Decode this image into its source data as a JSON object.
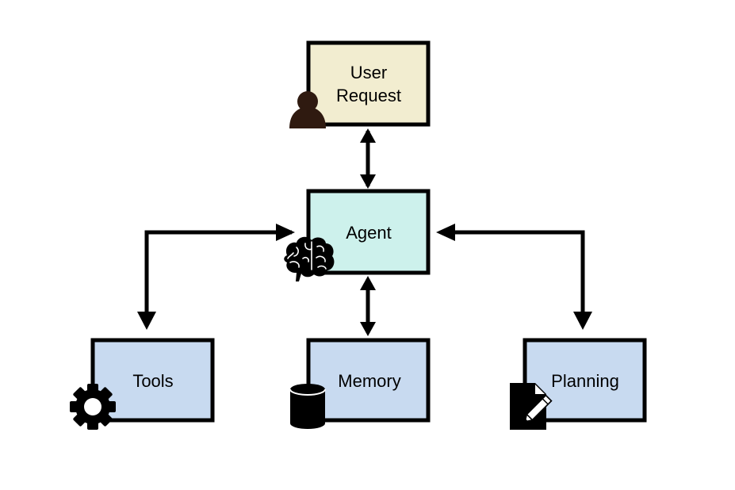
{
  "nodes": {
    "user_request": {
      "line1": "User",
      "line2": "Request"
    },
    "agent": {
      "label": "Agent"
    },
    "tools": {
      "label": "Tools"
    },
    "memory": {
      "label": "Memory"
    },
    "planning": {
      "label": "Planning"
    }
  },
  "colors": {
    "user_request_fill": "#f2edd0",
    "agent_fill": "#cdf1ec",
    "module_fill": "#c8daf0",
    "stroke": "#000000",
    "person_icon": "#2f1a10",
    "icon": "#000000"
  },
  "icons": {
    "user_request": "person-icon",
    "agent": "brain-icon",
    "tools": "gear-icon",
    "memory": "database-icon",
    "planning": "document-pencil-icon"
  }
}
